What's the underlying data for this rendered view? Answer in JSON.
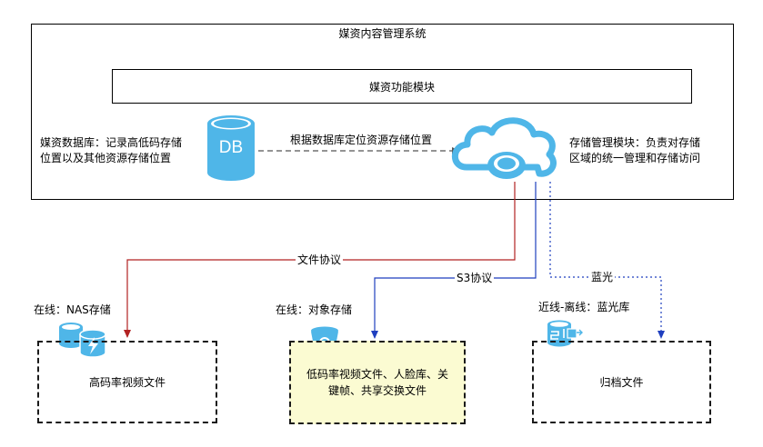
{
  "system_title": "媒资内容管理系统",
  "module_label": "媒资功能模块",
  "db": {
    "icon_text": "DB",
    "desc_line1": "媒资数据库：记录高低码存储",
    "desc_line2": "位置以及其他资源存储位置"
  },
  "arrow_db_label": "根据数据库定位资源存储位置",
  "storage_mgmt": {
    "desc_line1": "存储管理模块：负责对存储",
    "desc_line2": "区域的统一管理和存储访问"
  },
  "protocols": {
    "file": "文件协议",
    "s3": "S3协议",
    "bluray": "蓝光"
  },
  "nas": {
    "header": "在线：NAS存储",
    "box_text": "高码率视频文件"
  },
  "object": {
    "header": "在线：对象存储",
    "box_line1": "低码率视频文件、人脸库、关",
    "box_line2": "键帧、共享交换文件"
  },
  "archive": {
    "header": "近线-离线：蓝光库",
    "box_text": "归档文件"
  },
  "colors": {
    "icon_blue": "#4fb6e8",
    "file_line": "#b22222",
    "s3_line": "#1f3fbf",
    "bluray_line": "#1f3fbf",
    "object_fill": "#fbfbd2"
  }
}
